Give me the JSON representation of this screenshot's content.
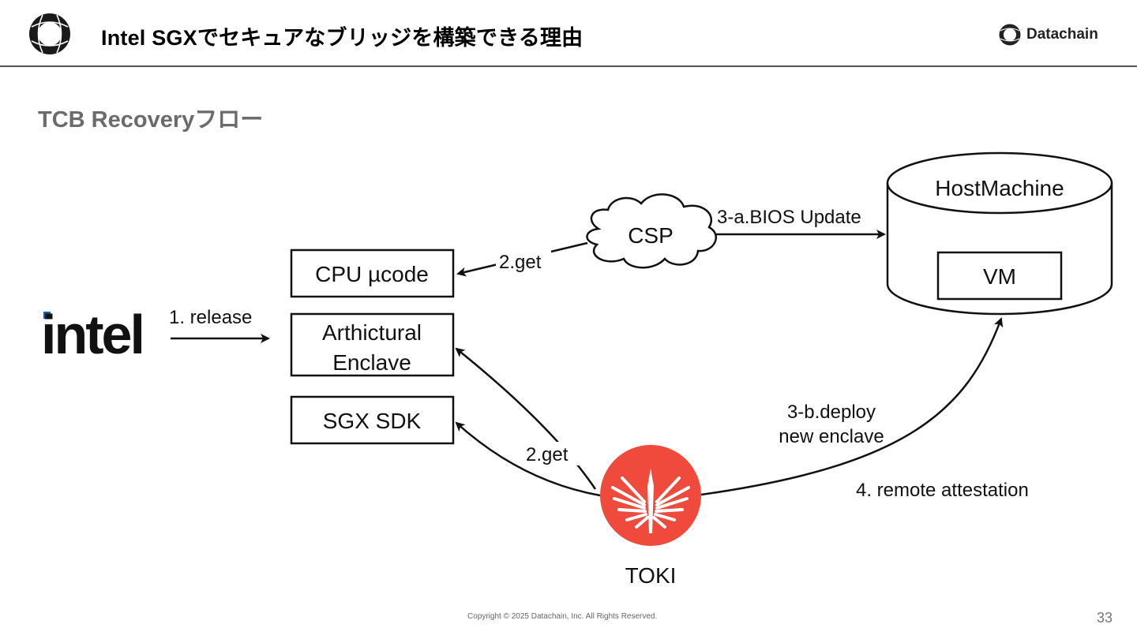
{
  "header": {
    "title": "Intel SGXでセキュアなブリッジを構築できる理由",
    "brand": "Datachain"
  },
  "section": {
    "title": "TCB Recoveryフロー"
  },
  "diagram": {
    "intel_logo": "intel",
    "arrow_release": "1. release",
    "box_cpu": "CPU µcode",
    "box_enclave_line1": "Arthictural",
    "box_enclave_line2": "Enclave",
    "box_sdk": "SGX SDK",
    "csp": "CSP",
    "get_csp": "2.get",
    "get_toki": "2.get",
    "bios_update": "3-a.BIOS Update",
    "host": "HostMachine",
    "vm": "VM",
    "deploy_line1": "3-b.deploy",
    "deploy_line2": "new enclave",
    "remote": "4. remote attestation",
    "toki": "TOKI",
    "colors": {
      "toki_red": "#ef4a3c",
      "intel_blue": "#0068b5"
    }
  },
  "footer": {
    "copyright": "Copyright © 2025 Datachain, Inc.  All Rights Reserved.",
    "page": "33"
  }
}
